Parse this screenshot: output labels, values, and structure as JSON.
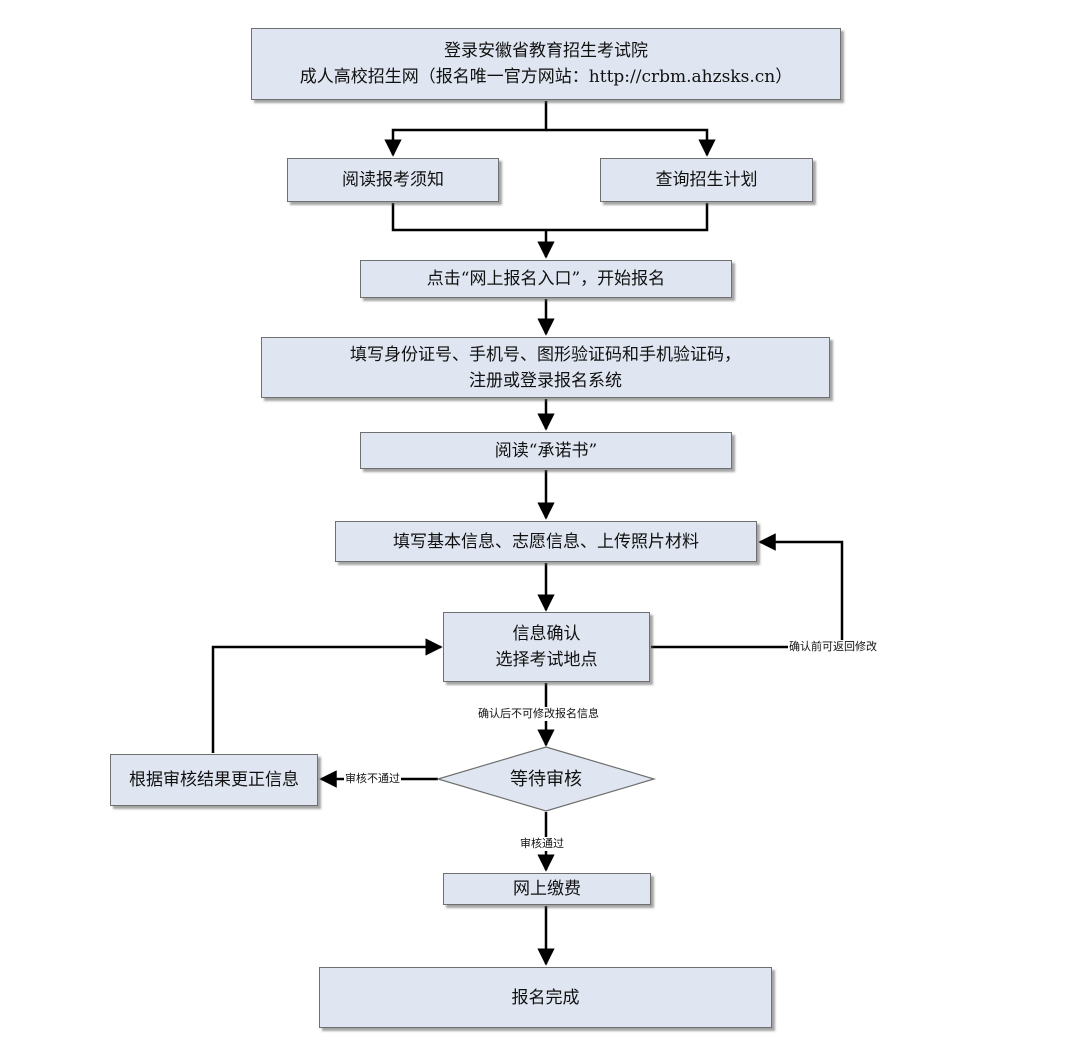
{
  "nodes": {
    "login": {
      "lines": [
        "登录安徽省教育招生考试院",
        "成人高校招生网（报名唯一官方网站：http://crbm.ahzsks.cn）"
      ]
    },
    "read_notice": {
      "text": "阅读报考须知"
    },
    "query_plan": {
      "text": "查询招生计划"
    },
    "click_entry": {
      "text": "点击“网上报名入口”，开始报名"
    },
    "register": {
      "lines": [
        "填写身份证号、手机号、图形验证码和手机验证码，",
        "注册或登录报名系统"
      ]
    },
    "read_pledge": {
      "text": "阅读“承诺书”"
    },
    "fill_info": {
      "text": "填写基本信息、志愿信息、上传照片材料"
    },
    "confirm": {
      "lines": [
        "信息确认",
        "选择考试地点"
      ]
    },
    "correct_info": {
      "text": "根据审核结果更正信息"
    },
    "await_review": {
      "text": "等待审核"
    },
    "pay_online": {
      "text": "网上缴费"
    },
    "done": {
      "text": "报名完成"
    }
  },
  "edge_labels": {
    "back_before_confirm": "确认前可返回修改",
    "after_confirm": "确认后不可修改报名信息",
    "review_failed": "审核不通过",
    "review_passed": "审核通过"
  },
  "colors": {
    "box_fill": "#dfe6f1",
    "box_border": "#6f6f6f",
    "connector": "#000000"
  }
}
